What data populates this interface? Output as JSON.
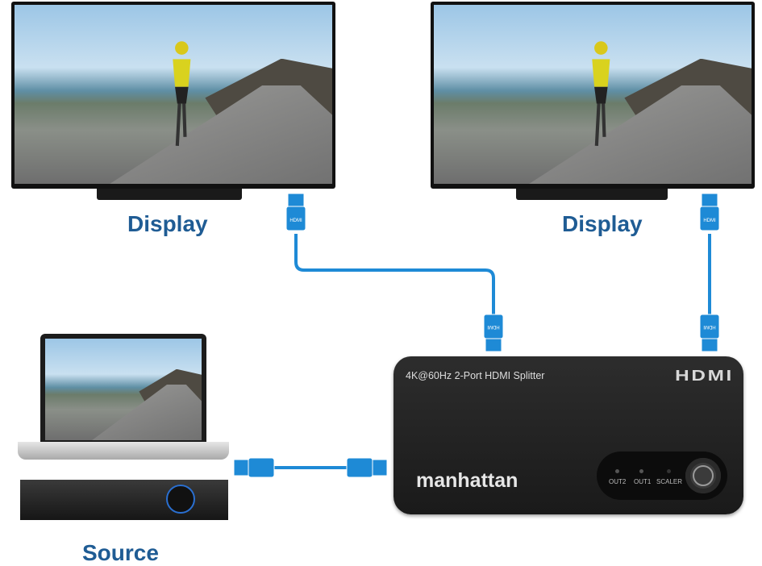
{
  "labels": {
    "display_left": "Display",
    "display_right": "Display",
    "source": "Source"
  },
  "splitter": {
    "model_text": "4K@60Hz 2-Port HDMI Splitter",
    "hdmi_logo": "HDMI",
    "brand": "manhattan",
    "indicators": [
      "OUT2",
      "OUT1",
      "SCALER"
    ]
  },
  "cable_connector_text": "HDMI",
  "colors": {
    "label": "#1f5c94",
    "cable": "#1e8ad6",
    "splitter_body": "#222222"
  }
}
